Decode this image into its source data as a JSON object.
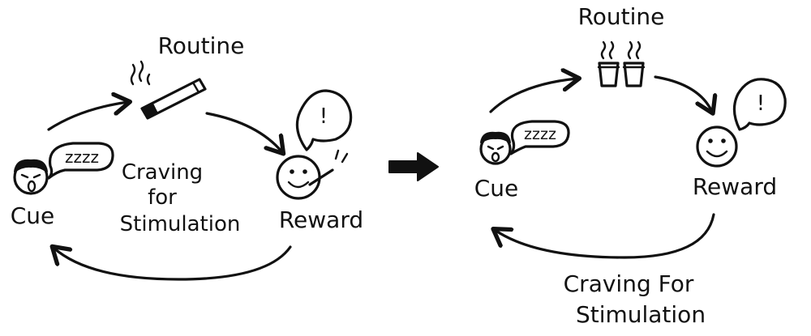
{
  "left_loop": {
    "routine_label": "Routine",
    "cue_label": "Cue",
    "reward_label": "Reward",
    "cue_bubble": "zzzz",
    "reward_bubble": "!",
    "craving_lines": [
      "Craving",
      "for",
      "Stimulation"
    ]
  },
  "right_loop": {
    "routine_label": "Routine",
    "cue_label": "Cue",
    "reward_label": "Reward",
    "cue_bubble": "zzzz",
    "reward_bubble": "!",
    "craving_lines": [
      "Craving For",
      "Stimulation"
    ]
  },
  "icons": {
    "left_routine": "cigarette-icon",
    "right_routine": "coffee-cups-icon",
    "transition": "right-arrow-icon",
    "cue_face": "sleepy-face-icon",
    "reward_face": "smiling-face-icon"
  },
  "colors": {
    "ink": "#111111",
    "background": "#ffffff"
  }
}
